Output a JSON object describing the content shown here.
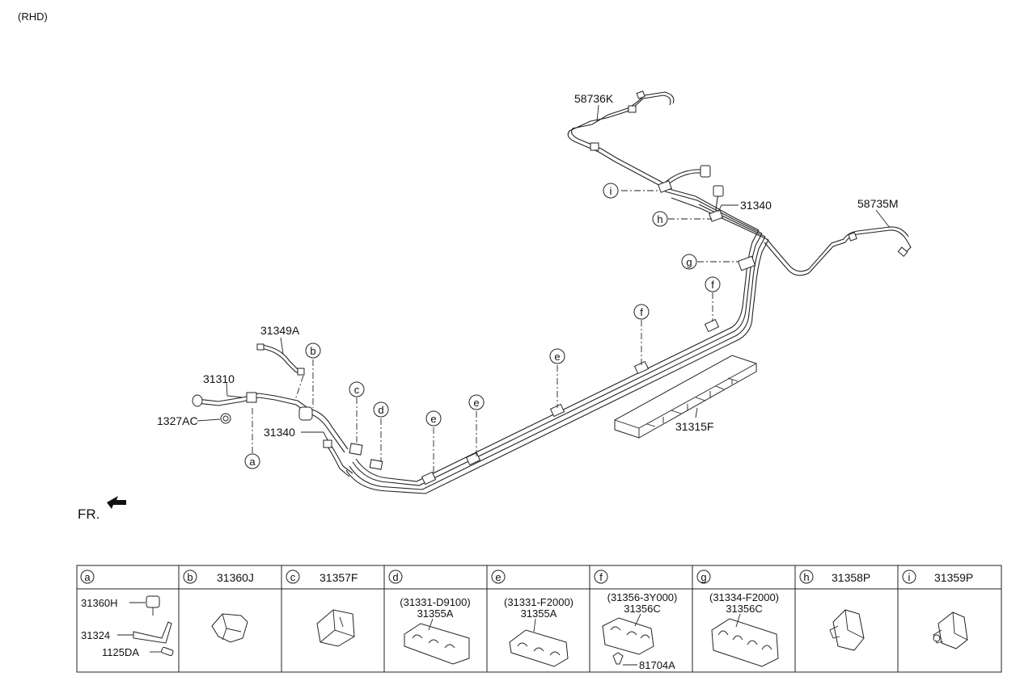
{
  "note": "(RHD)",
  "front_marker": "FR.",
  "callouts": {
    "a": "a",
    "b": "b",
    "c": "c",
    "d": "d",
    "e": "e",
    "f": "f",
    "g": "g",
    "h": "h",
    "i": "i"
  },
  "parts": {
    "p58736K": "58736K",
    "p58735M": "58735M",
    "p31340_top": "31340",
    "p31340_left": "31340",
    "p31349A": "31349A",
    "p31310": "31310",
    "p1327AC": "1327AC",
    "p31315F": "31315F"
  },
  "table": {
    "headers": [
      {
        "letter": "a",
        "part": ""
      },
      {
        "letter": "b",
        "part": "31360J"
      },
      {
        "letter": "c",
        "part": "31357F"
      },
      {
        "letter": "d",
        "part": ""
      },
      {
        "letter": "e",
        "part": ""
      },
      {
        "letter": "f",
        "part": ""
      },
      {
        "letter": "g",
        "part": ""
      },
      {
        "letter": "h",
        "part": "31358P"
      },
      {
        "letter": "i",
        "part": "31359P"
      }
    ],
    "cell_a": [
      "31360H",
      "31324",
      "1125DA"
    ],
    "cell_d": [
      "(31331-D9100)",
      "31355A"
    ],
    "cell_e": [
      "(31331-F2000)",
      "31355A"
    ],
    "cell_f": [
      "(31356-3Y000)",
      "31356C",
      "81704A"
    ],
    "cell_g": [
      "(31334-F2000)",
      "31356C"
    ]
  }
}
